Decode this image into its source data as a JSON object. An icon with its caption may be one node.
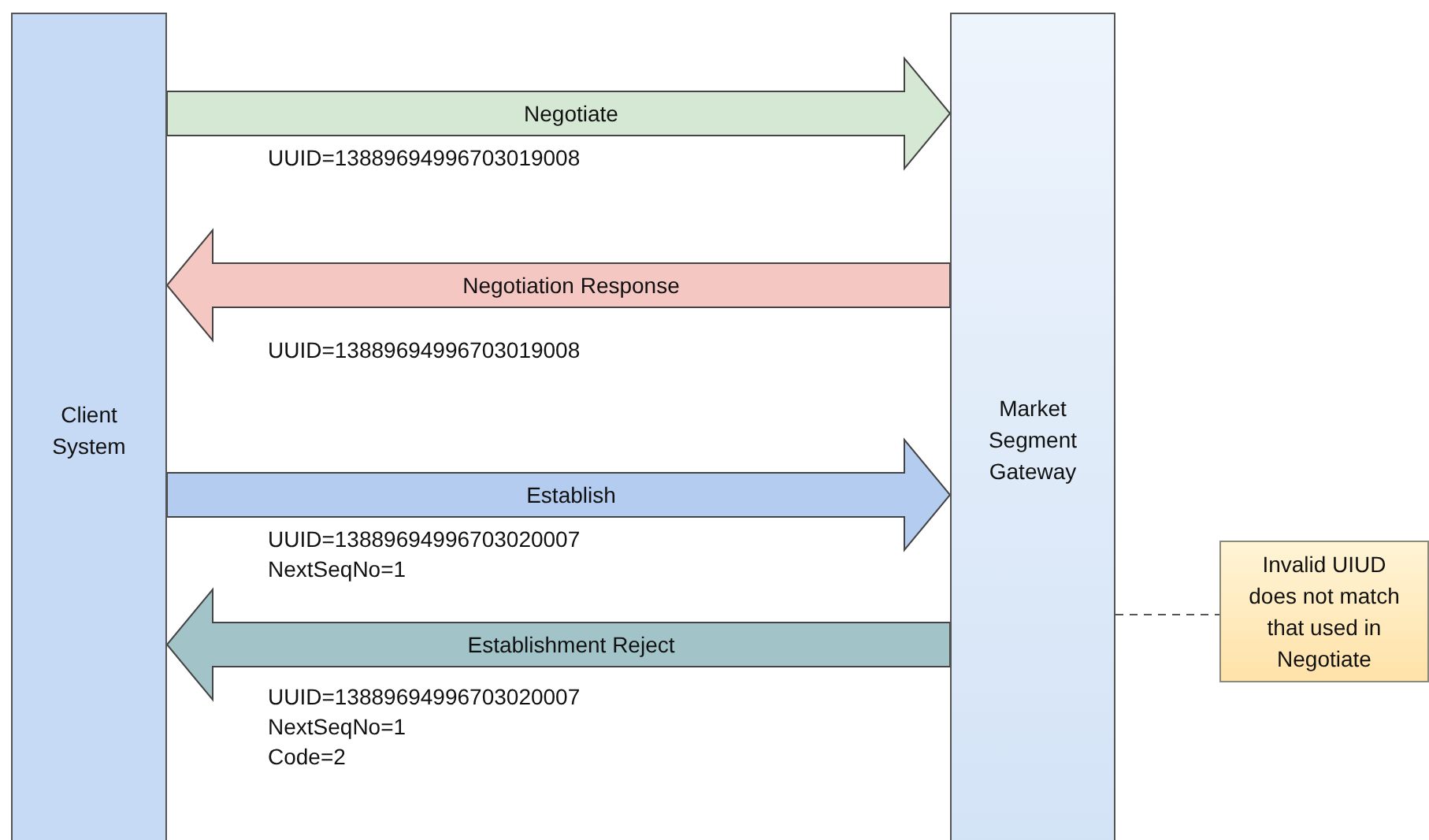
{
  "diagram": {
    "nodes": [
      {
        "text": [
          "Client System"
        ]
      },
      {
        "text": [
          "Market Segment Gateway"
        ]
      },
      {
        "text": [
          "Invalid UIUD does not match that used in Negotiate"
        ]
      }
    ],
    "edges": [
      {
        "from": 0,
        "to": 1,
        "arrow": "to",
        "label": "Negotiate",
        "style": "thick",
        "color": "#d5e8d4"
      },
      {
        "from": 1,
        "to": 0,
        "arrow": "to",
        "label": "Negotiation Response",
        "style": "thick",
        "color": "#f4c7c3"
      },
      {
        "from": 0,
        "to": 1,
        "arrow": "to",
        "label": "Establish",
        "style": "thick",
        "color": "#b3ccf0"
      },
      {
        "from": 1,
        "to": 0,
        "arrow": "to",
        "label": "Establishment Reject",
        "style": "thick",
        "color": "#a2c4c9"
      },
      {
        "from": 1,
        "to": 2,
        "arrow": "none",
        "style": "dashed"
      }
    ],
    "labels": [
      "UUID=13889694996703019008",
      "UUID=13889694996703019008",
      "UUID=13889694996703020007",
      "NextSeqNo=1",
      "UUID=13889694996703020007",
      "NextSeqNo=1",
      "Code=2"
    ]
  }
}
